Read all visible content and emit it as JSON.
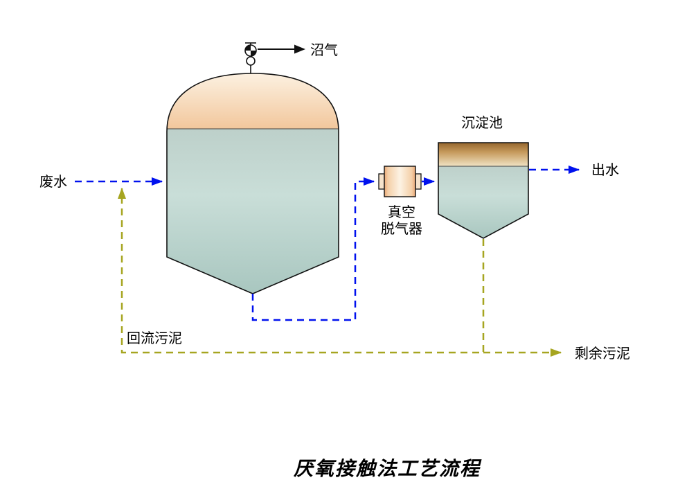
{
  "title": "厌氧接触法工艺流程",
  "labels": {
    "biogas": "沼气",
    "wastewater": "废水",
    "degasser_line1": "真空",
    "degasser_line2": "脱气器",
    "sedimentation_tank": "沉淀池",
    "effluent": "出水",
    "return_sludge": "回流污泥",
    "excess_sludge": "剩余污泥"
  },
  "colors": {
    "flow_line_blue": "#0011ee",
    "sludge_line_olive": "#a6a520",
    "outline_black": "#111111",
    "reactor_liquid_light": "#c9ded8",
    "reactor_liquid_dark": "#a8c6bf",
    "dome_cream": "#fdf4e6",
    "dome_orange": "#f2c79c",
    "sed_band_brown": "#96662e",
    "sed_band_cream": "#f0e3c4",
    "background": "#ffffff"
  }
}
